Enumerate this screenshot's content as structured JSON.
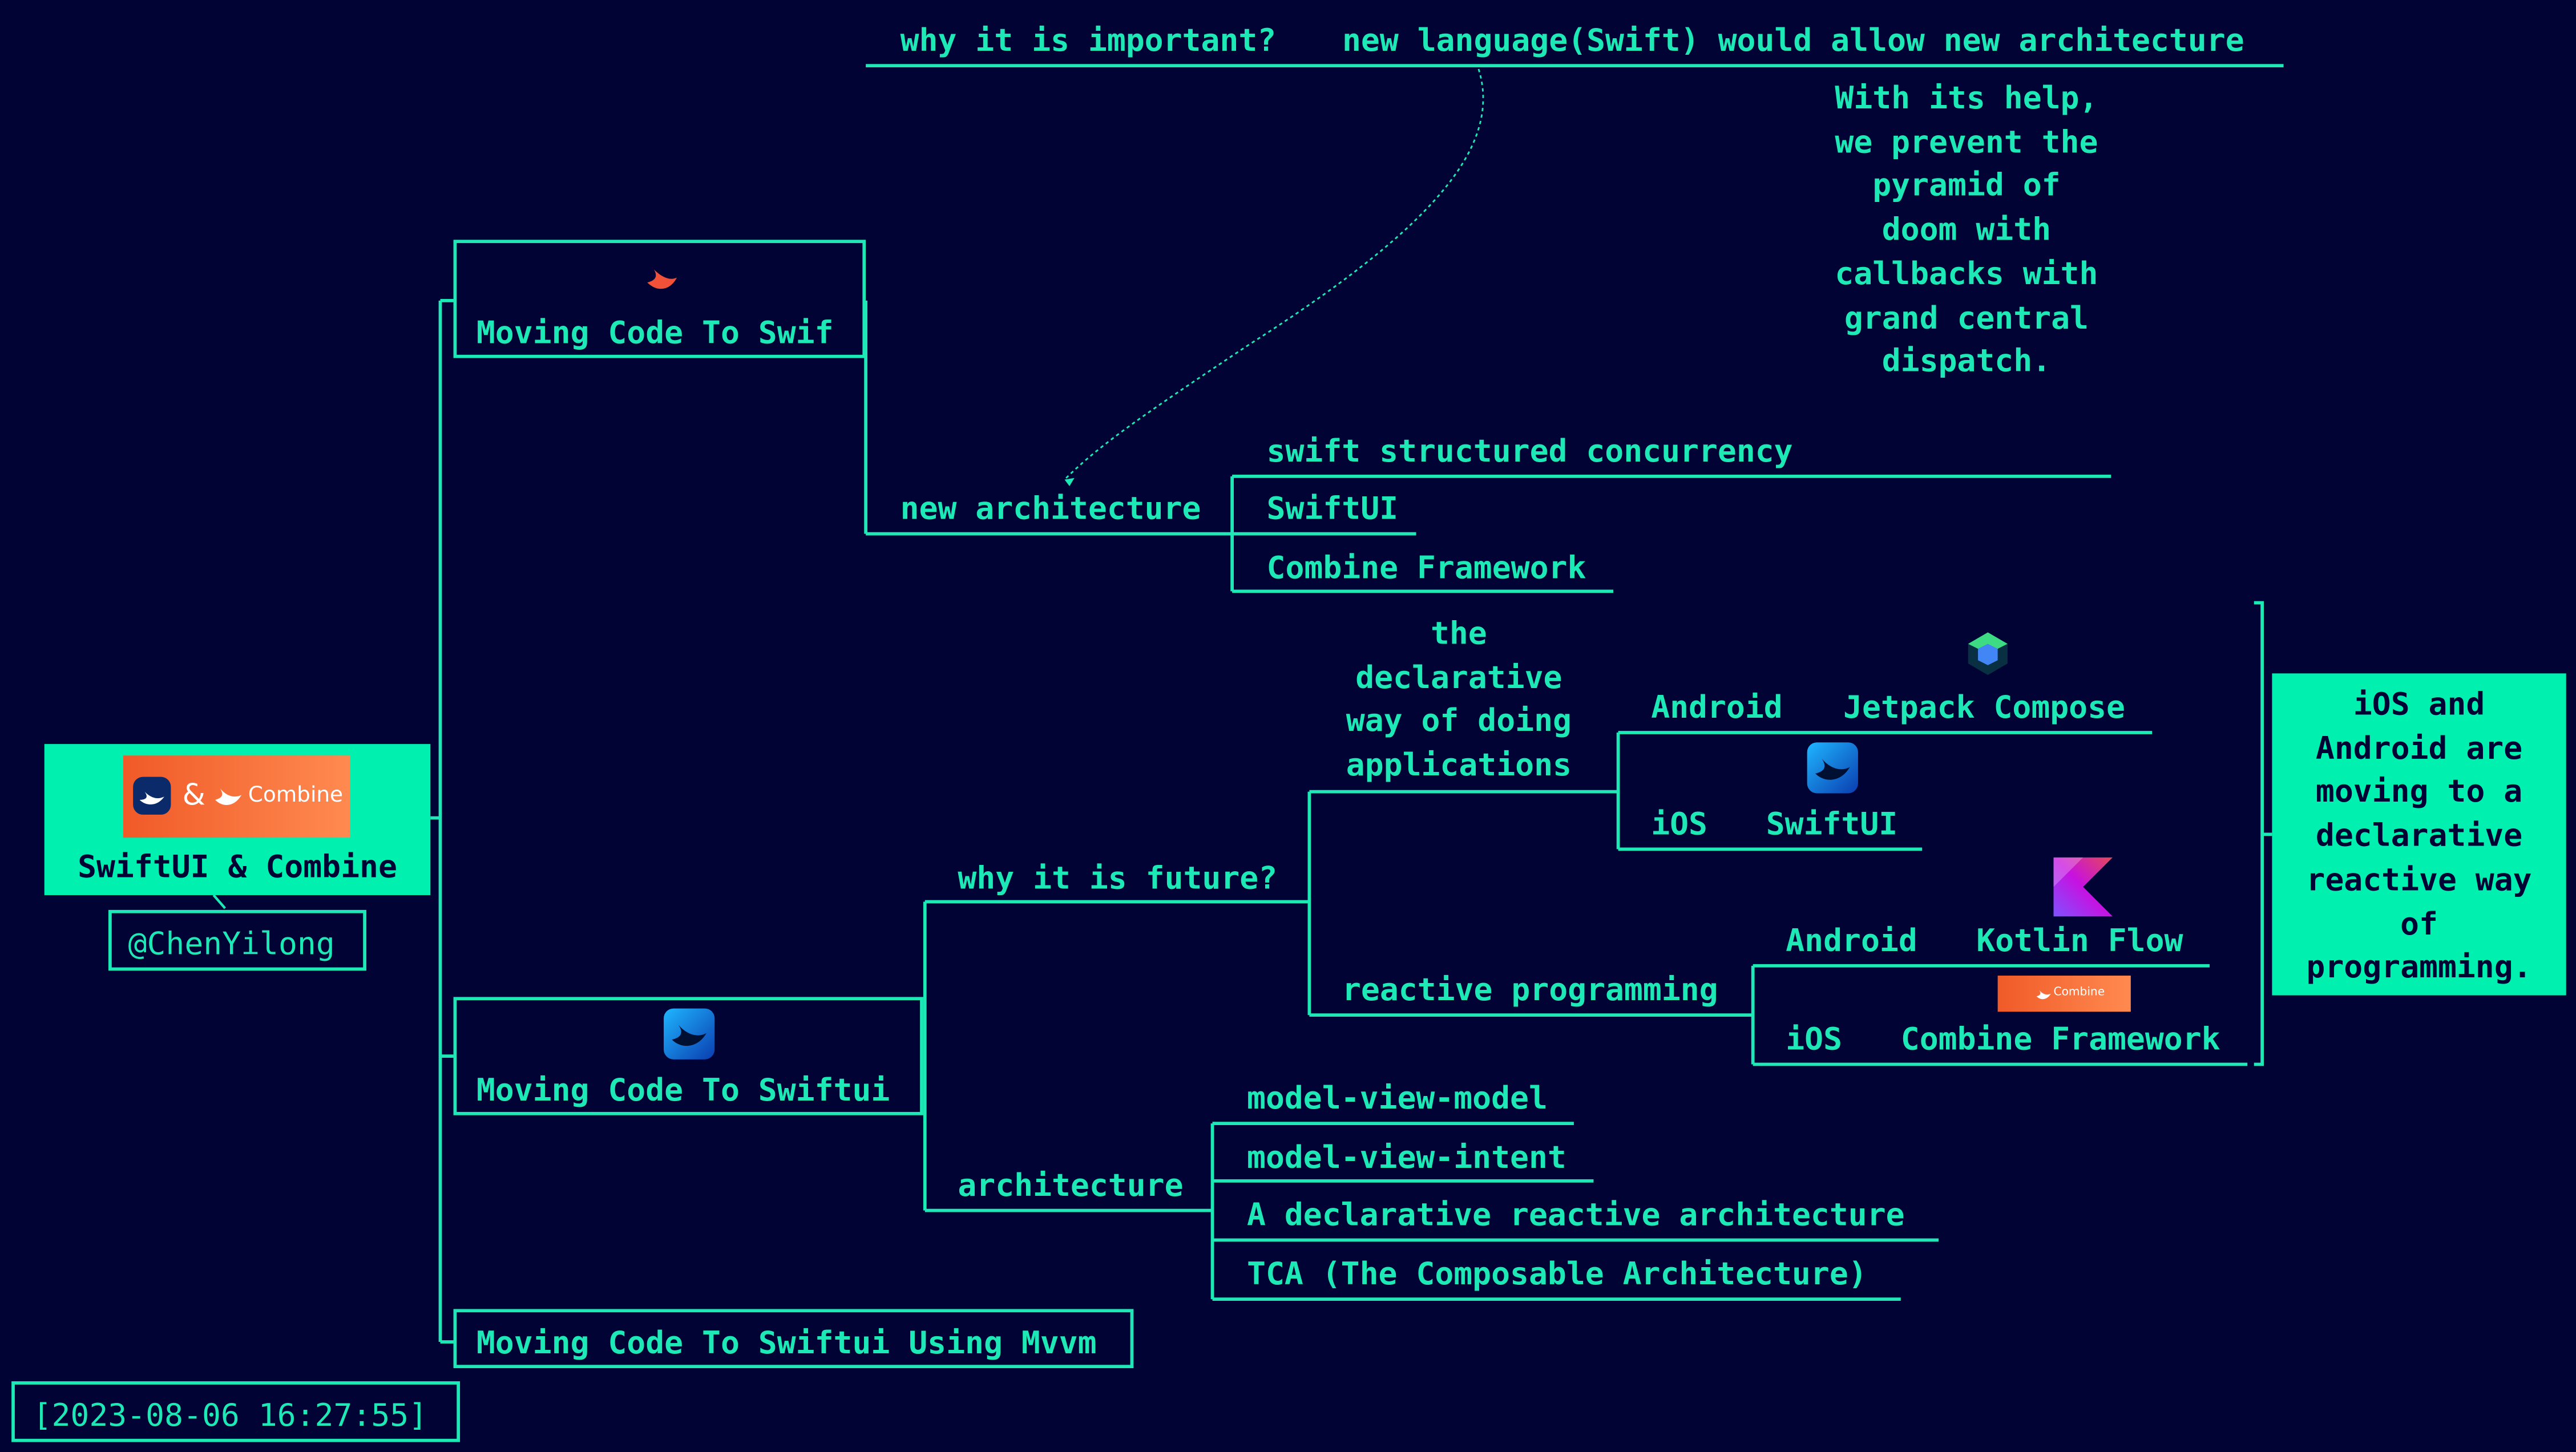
{
  "root": {
    "title": "SwiftUI & Combine",
    "badge_amp": "&",
    "badge_combine": "Combine",
    "author": "@ChenYilong"
  },
  "timestamp": "[2023-08-06 16:27:55]",
  "branch1": {
    "title": "Moving Code To Swif",
    "why_label": "why it is important?",
    "why_answer": "new language(Swift) would allow new architecture",
    "newarch_label": "new architecture",
    "items": [
      "swift structured concurrency",
      "SwiftUI",
      "Combine Framework"
    ],
    "note": "With its help, we prevent the pyramid of doom with callbacks with grand central dispatch."
  },
  "branch2": {
    "title": "Moving Code To Swiftui",
    "future_label": "why it is future?",
    "declarative": "the declarative way of doing applications",
    "android1": "Android",
    "jetpack": "Jetpack Compose",
    "ios1": "iOS",
    "swiftui": "SwiftUI",
    "reactive": "reactive programming",
    "android2": "Android",
    "kotlin": "Kotlin Flow",
    "ios2": "iOS",
    "combine_fw": "Combine Framework",
    "combine_badge": "Combine",
    "summary": "iOS and Android are moving to a declarative reactive way of programming.",
    "arch_label": "architecture",
    "arch_items": [
      "model-view-model",
      "model-view-intent",
      "A declarative reactive architecture",
      "TCA (The Composable Architecture)"
    ]
  },
  "branch3": {
    "title": "Moving Code To Swiftui Using Mvvm"
  },
  "colors": {
    "background": "#000333",
    "line": "#1de9b6",
    "fill": "#00f0b0",
    "swift_orange": "#f05138"
  }
}
